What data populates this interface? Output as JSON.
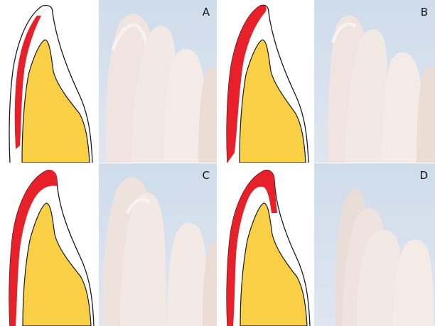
{
  "panels": [
    {
      "id": "A",
      "label": "A"
    },
    {
      "id": "B",
      "label": "B"
    },
    {
      "id": "C",
      "label": "C"
    },
    {
      "id": "D",
      "label": "D"
    }
  ],
  "colors": {
    "enamel_highlight": "#e8202a",
    "pulp": "#f9cf45",
    "outline": "#1a1a1a",
    "photo_background": "#d3deea",
    "tooth_shade": "#efe6e2"
  }
}
